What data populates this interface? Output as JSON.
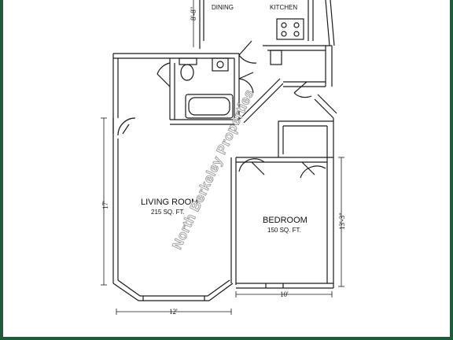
{
  "plan": {
    "rooms": [
      {
        "name": "DINING",
        "area": ""
      },
      {
        "name": "KITCHEN",
        "area": ""
      },
      {
        "name": "LIVING ROOM",
        "area": "215 SQ. FT."
      },
      {
        "name": "BEDROOM",
        "area": "150 SQ. FT."
      }
    ],
    "dimensions": {
      "dining_height": "8'-8\"",
      "living_height": "17'",
      "living_width": "12'",
      "bedroom_width": "10'",
      "bedroom_height": "13'-3\""
    },
    "watermark": "North Berkeley Properties"
  },
  "colors": {
    "frame": "#1f5a3a",
    "wall": "#1a1a1a",
    "watermark_stroke": "#9a9a9a"
  }
}
